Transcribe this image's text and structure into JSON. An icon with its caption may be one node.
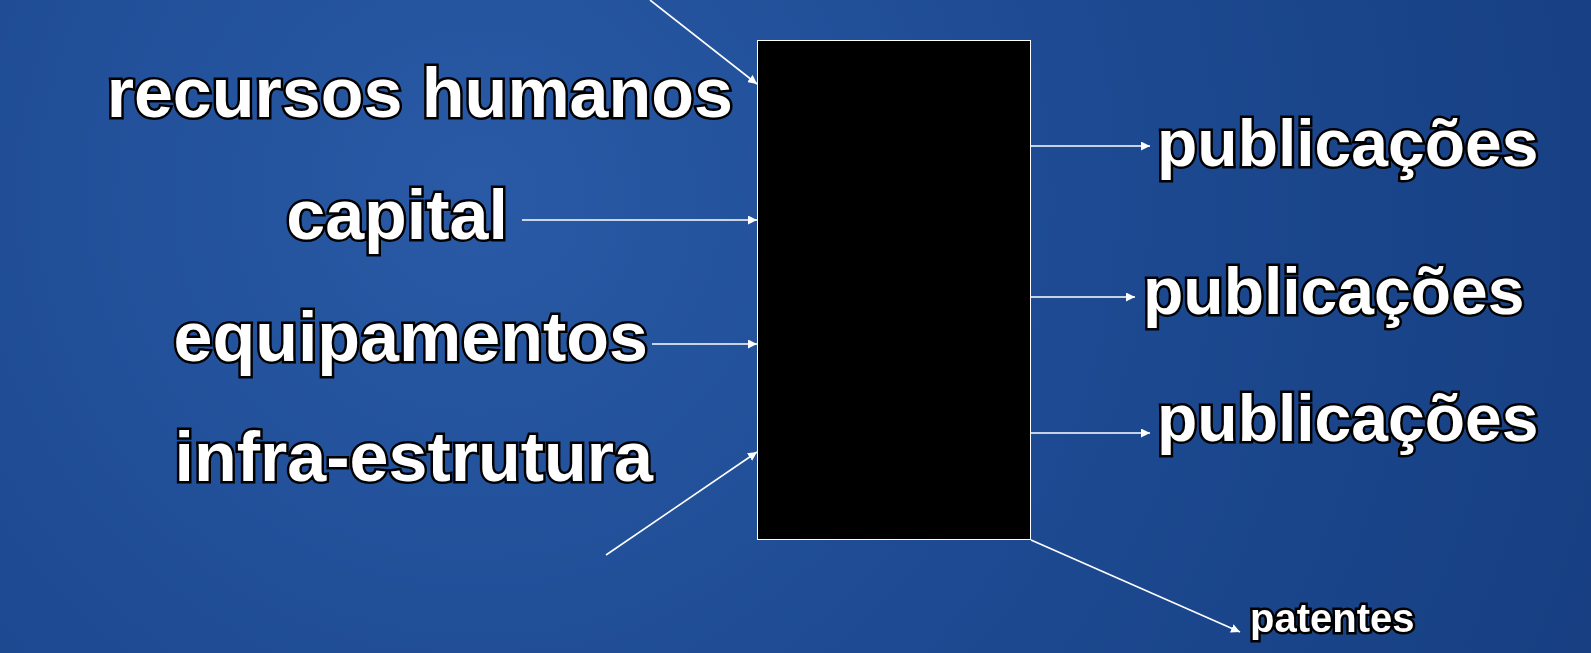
{
  "diagram": {
    "nodes": [
      {
        "text": [
          "recursos humanos"
        ]
      },
      {
        "text": [
          "capital"
        ]
      },
      {
        "text": [
          "equipamentos"
        ]
      },
      {
        "text": [
          "infra-estrutura"
        ]
      },
      {
        "text": [],
        "shape": "box"
      },
      {
        "text": [
          "publicações"
        ]
      },
      {
        "text": [
          "publicações"
        ]
      },
      {
        "text": [
          "publicações"
        ]
      },
      {
        "text": [
          "patentes"
        ]
      }
    ],
    "edges": [
      {
        "from": null,
        "to": 4,
        "arrow": "to"
      },
      {
        "from": 1,
        "to": 4,
        "arrow": "to"
      },
      {
        "from": 2,
        "to": 4,
        "arrow": "to"
      },
      {
        "from": null,
        "to": 4,
        "arrow": "to"
      },
      {
        "from": 4,
        "to": 5,
        "arrow": "to"
      },
      {
        "from": 4,
        "to": 6,
        "arrow": "to"
      },
      {
        "from": 4,
        "to": 7,
        "arrow": "to"
      },
      {
        "from": 4,
        "to": 8,
        "arrow": "to"
      }
    ]
  }
}
